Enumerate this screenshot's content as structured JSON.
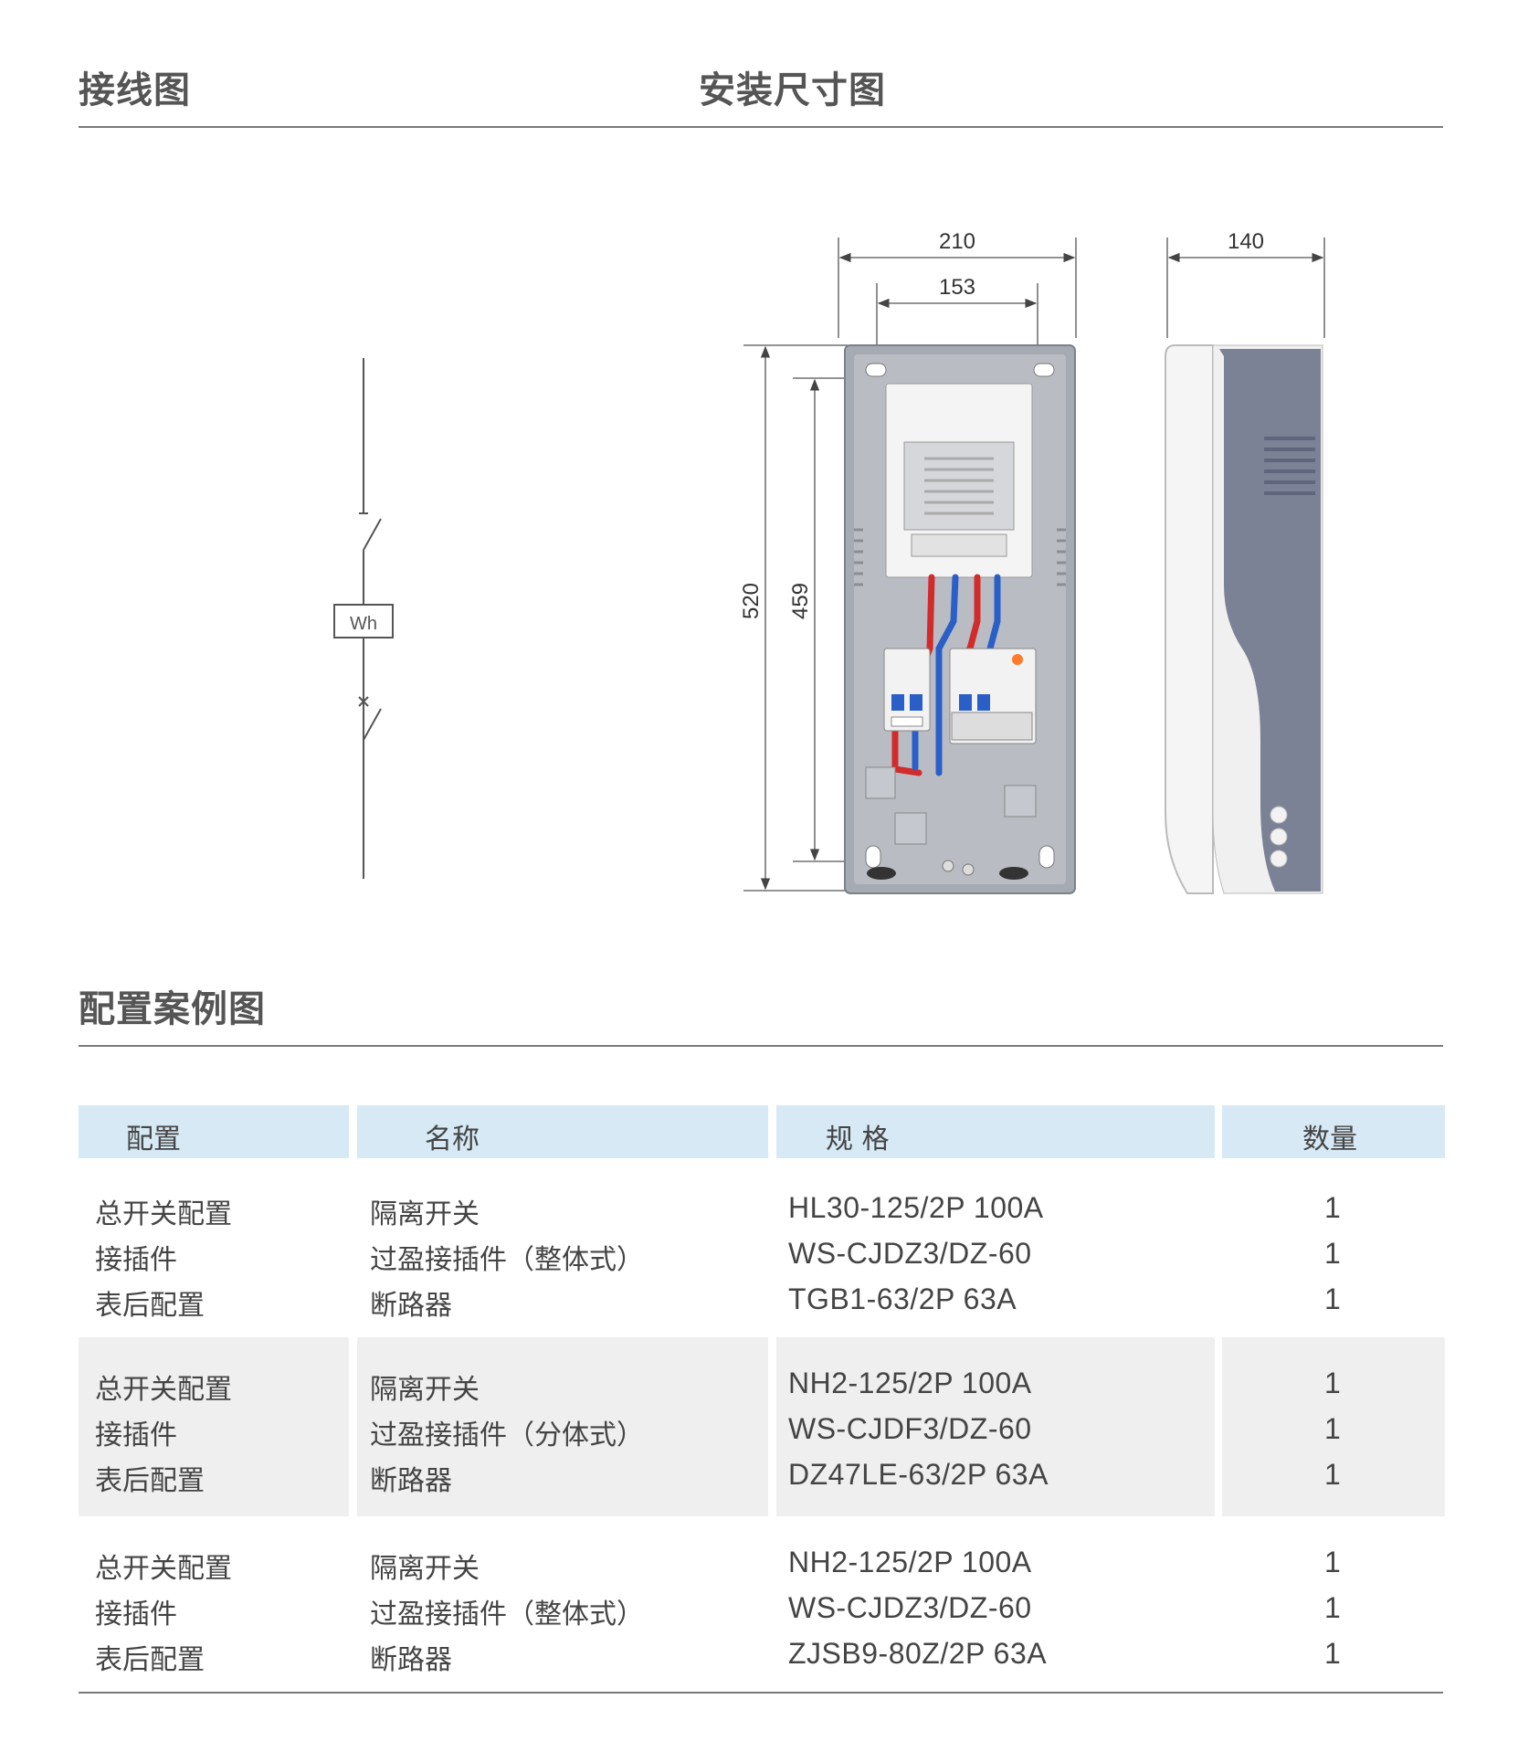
{
  "headings": {
    "wiring": "接线图",
    "install": "安装尺寸图",
    "config": "配置案例图"
  },
  "wiring_diagram": {
    "meter_label": "Wh"
  },
  "dimensions": {
    "front_width": "210",
    "hole_spacing": "153",
    "height": "520",
    "hole_height": "459",
    "depth": "140"
  },
  "table": {
    "headers": [
      "配置",
      "名称",
      "规 格",
      "数量"
    ],
    "groups": [
      {
        "config": [
          "总开关配置",
          "接插件",
          "表后配置"
        ],
        "names": [
          "隔离开关",
          "过盈接插件（整体式）",
          "断路器"
        ],
        "specs": [
          "HL30-125/2P 100A",
          "WS-CJDZ3/DZ-60",
          "TGB1-63/2P 63A"
        ],
        "qty": [
          "1",
          "1",
          "1"
        ]
      },
      {
        "config": [
          "总开关配置",
          "接插件",
          "表后配置"
        ],
        "names": [
          "隔离开关",
          "过盈接插件（分体式）",
          "断路器"
        ],
        "specs": [
          "NH2-125/2P 100A",
          "WS-CJDF3/DZ-60",
          "DZ47LE-63/2P 63A"
        ],
        "qty": [
          "1",
          "1",
          "1"
        ]
      },
      {
        "config": [
          "总开关配置",
          "接插件",
          "表后配置"
        ],
        "names": [
          "隔离开关",
          "过盈接插件（整体式）",
          "断路器"
        ],
        "specs": [
          "NH2-125/2P 100A",
          "WS-CJDZ3/DZ-60",
          "ZJSB9-80Z/2P 63A"
        ],
        "qty": [
          "1",
          "1",
          "1"
        ]
      }
    ]
  },
  "colors": {
    "header_bg": "#d6e9f5",
    "shaded_row": "#efefef",
    "box_gray": "#8a8f99",
    "wire_red": "#d22b2b",
    "wire_blue": "#2a5fc8"
  }
}
